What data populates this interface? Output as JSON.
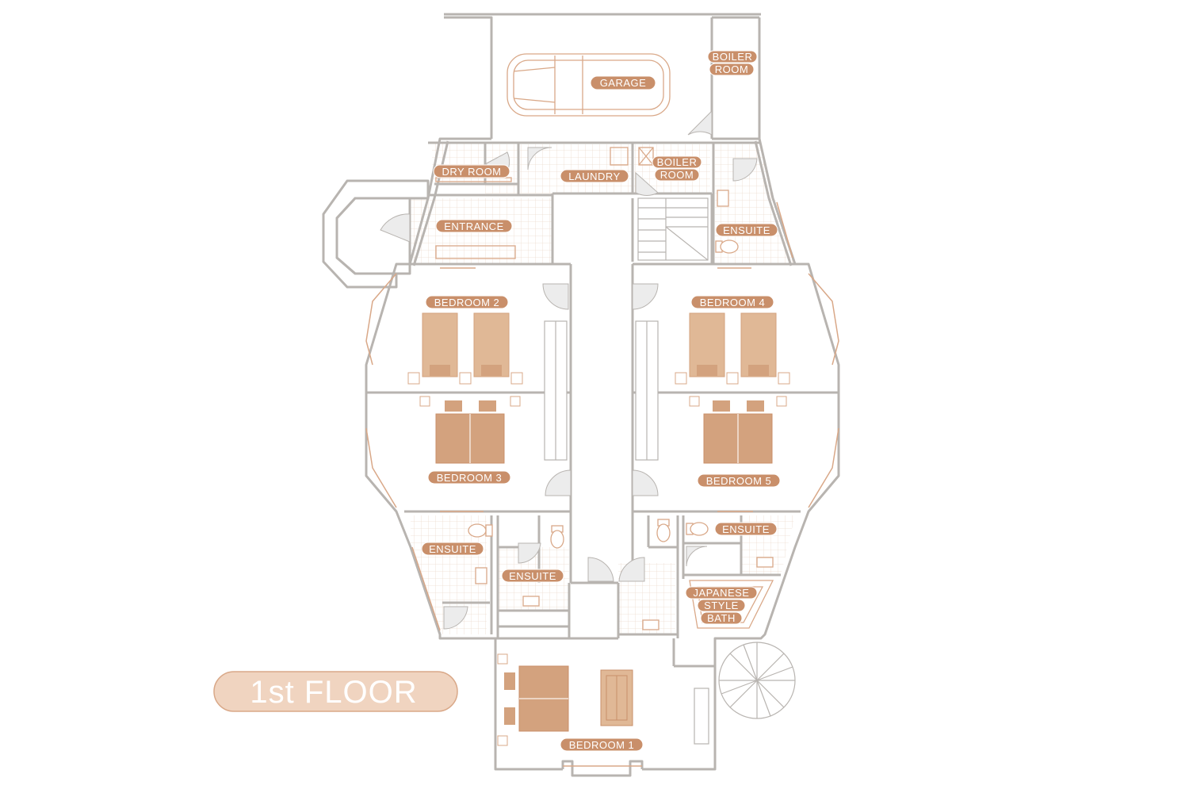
{
  "floor_title": "1st FLOOR",
  "rooms": {
    "garage": "GARAGE",
    "boiler_room_garage": [
      "BOILER",
      "ROOM"
    ],
    "dry_room": "DRY ROOM",
    "laundry": "LAUNDRY",
    "boiler_room": [
      "BOILER",
      "ROOM"
    ],
    "entrance": "ENTRANCE",
    "ensuite_top_right": "ENSUITE",
    "bedroom_2": "BEDROOM 2",
    "bedroom_3": "BEDROOM 3",
    "bedroom_4": "BEDROOM 4",
    "bedroom_5": "BEDROOM 5",
    "ensuite_left_outer": "ENSUITE",
    "ensuite_left_inner": "ENSUITE",
    "ensuite_right": "ENSUITE",
    "japanese_bath": [
      "JAPANESE",
      "STYLE",
      "BATH"
    ],
    "bedroom_1": "BEDROOM 1"
  },
  "colors": {
    "wall": "#b8b4b0",
    "accent": "#d9a888",
    "furniture": "#e0b896",
    "furniture_dark": "#d3a27e",
    "label_bg": "#c98f6a",
    "title_bg": "#f0d4c0",
    "title_border": "#d9a888",
    "tile": "#ead8cc"
  }
}
